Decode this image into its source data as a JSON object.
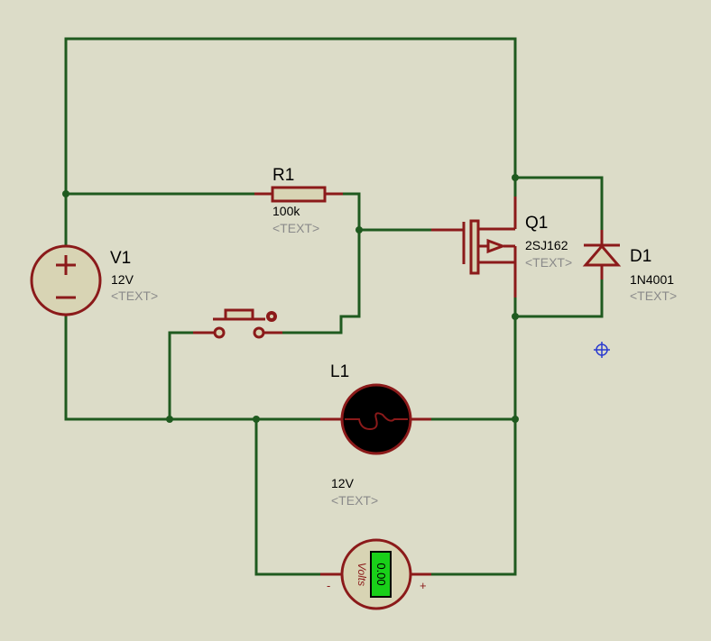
{
  "components": {
    "v1": {
      "ref": "V1",
      "value": "12V",
      "text": "<TEXT>"
    },
    "r1": {
      "ref": "R1",
      "value": "100k",
      "text": "<TEXT>"
    },
    "q1": {
      "ref": "Q1",
      "value": "2SJ162",
      "text": "<TEXT>"
    },
    "d1": {
      "ref": "D1",
      "value": "1N4001",
      "text": "<TEXT>"
    },
    "l1": {
      "ref": "L1",
      "value": "12V",
      "text": "<TEXT>"
    },
    "voltmeter": {
      "unit": "Volts",
      "reading": "0.00",
      "minus": "-",
      "plus": "+"
    }
  },
  "colors": {
    "background": "#dcdcc8",
    "wire": "#1f5a1f",
    "component": "#8b1a1a",
    "body_fill": "#d8d4b4",
    "label": "#000000",
    "placeholder": "#8a8a8a",
    "display": "#19d019",
    "origin_marker": "#2a3bd0"
  }
}
